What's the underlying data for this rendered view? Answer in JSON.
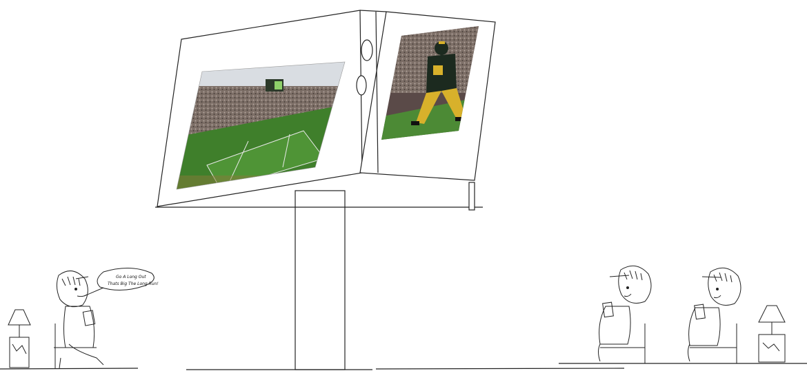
{
  "speech_bubble": {
    "line1": "Go A Long Out",
    "line2": "Thats Big The Long Run!"
  },
  "screens": {
    "left_image": "stadium-photo",
    "right_image": "football-player-photo"
  },
  "colors": {
    "line": "#222222",
    "grass": "#3f7f2b",
    "crowd": "#7d6f67",
    "sky": "#d9dde2",
    "jersey": "#1c2a1f",
    "jersey_accent": "#d8b12b"
  }
}
